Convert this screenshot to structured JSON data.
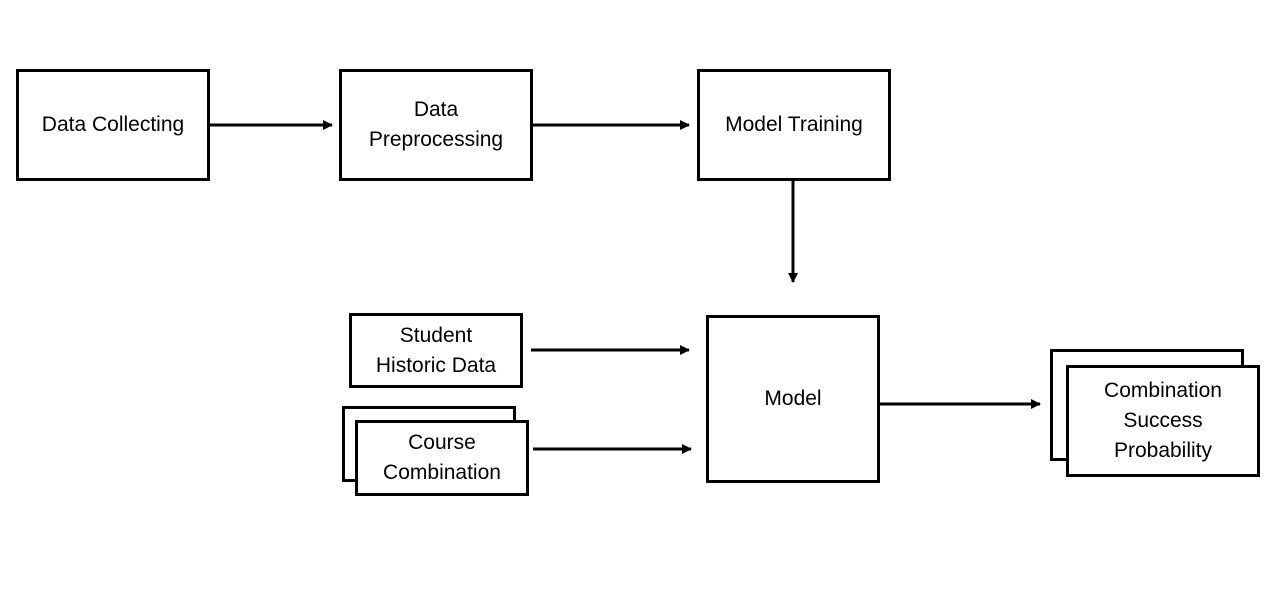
{
  "diagram": {
    "nodes": {
      "data_collecting": {
        "lines": [
          "Data Collecting"
        ]
      },
      "data_preprocessing": {
        "lines": [
          "Data",
          "Preprocessing"
        ]
      },
      "model_training": {
        "lines": [
          "Model Training"
        ]
      },
      "student_historic_data": {
        "lines": [
          "Student",
          "Historic Data"
        ]
      },
      "course_combination": {
        "lines": [
          "Course",
          "Combination"
        ]
      },
      "model": {
        "lines": [
          "Model"
        ]
      },
      "combination_success_probability": {
        "lines": [
          "Combination",
          "Success",
          "Probability"
        ]
      }
    },
    "edges": [
      {
        "from": "data_collecting",
        "to": "data_preprocessing"
      },
      {
        "from": "data_preprocessing",
        "to": "model_training"
      },
      {
        "from": "model_training",
        "to": "model"
      },
      {
        "from": "student_historic_data",
        "to": "model"
      },
      {
        "from": "course_combination",
        "to": "model"
      },
      {
        "from": "model",
        "to": "combination_success_probability"
      }
    ],
    "colors": {
      "stroke": "#000000",
      "fill": "#ffffff",
      "text": "#000000"
    }
  }
}
